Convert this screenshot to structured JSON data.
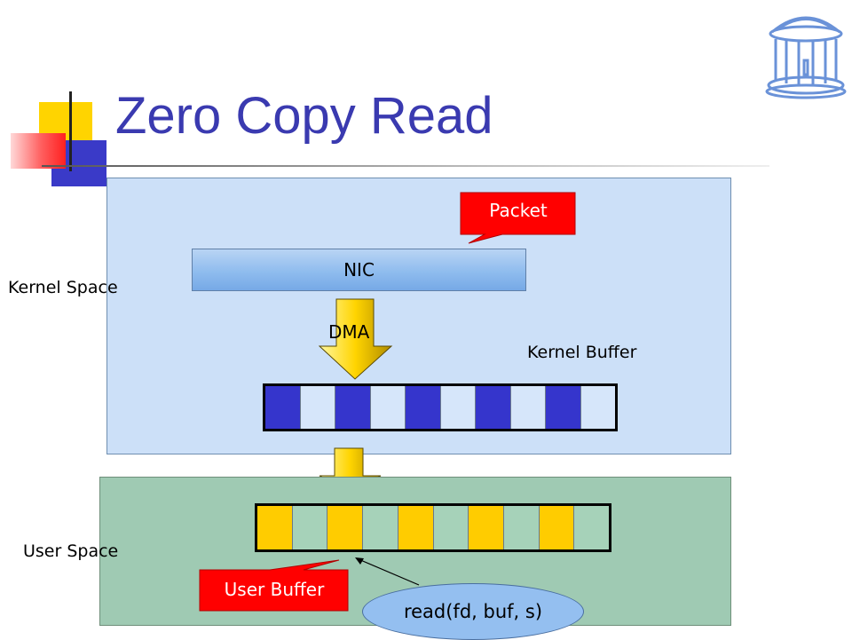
{
  "slide": {
    "title": "Zero Copy Read"
  },
  "labels": {
    "kernel_space": "Kernel Space",
    "user_space": "User Space",
    "nic": "NIC",
    "dma": "DMA",
    "kernel_buffer": "Kernel Buffer",
    "packet": "Packet",
    "user_buffer": "User Buffer",
    "read_call": "read(fd, buf, s)"
  },
  "colors": {
    "title": "#3a3ab0",
    "kernel_region": "#cce0f8",
    "user_region": "#9fcab3",
    "kernel_buffer_filled": "#3535cc",
    "user_buffer_filled": "#ffcc00",
    "callout": "#ff0000",
    "arrow_gold": "#c8a400"
  },
  "kernel_buffer": {
    "cells": [
      "filled",
      "empty",
      "filled",
      "empty",
      "filled",
      "empty",
      "filled",
      "empty",
      "filled",
      "empty"
    ]
  },
  "user_buffer": {
    "cells": [
      "filled",
      "empty",
      "filled",
      "empty",
      "filled",
      "empty",
      "filled",
      "empty",
      "filled",
      "empty"
    ]
  },
  "icons": {
    "logo": "old-well-icon",
    "dma_arrow": "down-arrow-icon",
    "copy_arrow": "down-arrow-icon"
  }
}
